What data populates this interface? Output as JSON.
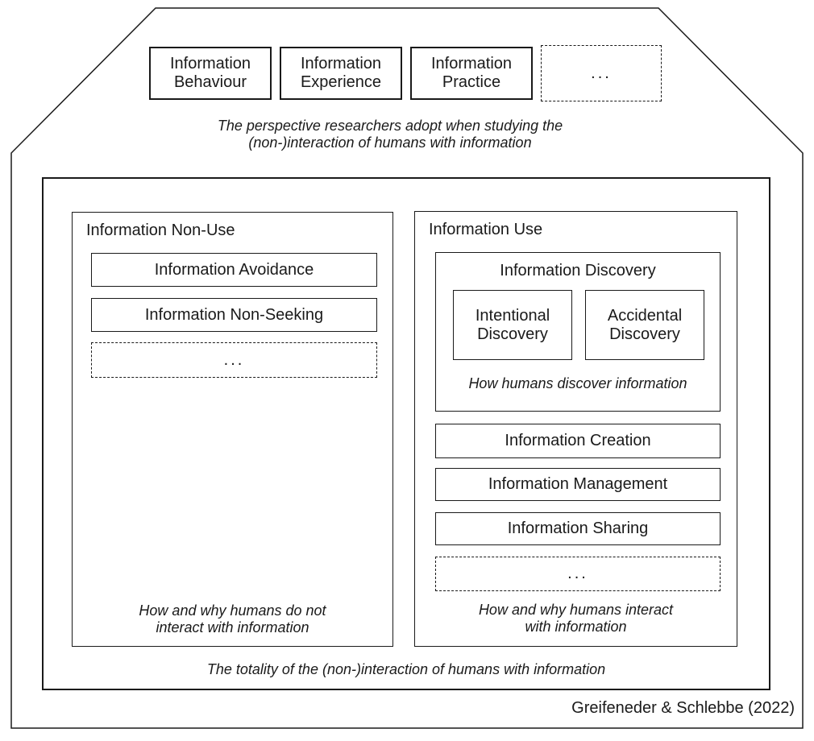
{
  "colors": {
    "line": "#1a1a1a",
    "background": "#ffffff"
  },
  "perspectives": {
    "boxes": [
      {
        "label": "Information Behaviour"
      },
      {
        "label": "Information Experience"
      },
      {
        "label": "Information Practice"
      },
      {
        "label": "..."
      }
    ],
    "caption": {
      "line1": "The perspective researchers adopt when studying the",
      "line2": "(non-)interaction of humans with information"
    }
  },
  "totality": {
    "non_use": {
      "title": "Information Non-Use",
      "items": [
        {
          "label": "Information Avoidance"
        },
        {
          "label": "Information Non-Seeking"
        },
        {
          "label": "..."
        }
      ],
      "caption": {
        "line1": "How and why humans do not",
        "line2": "interact with information"
      }
    },
    "use": {
      "title": "Information Use",
      "discovery": {
        "title": "Information Discovery",
        "sub_boxes": [
          {
            "label": "Intentional Discovery"
          },
          {
            "label": "Accidental Discovery"
          }
        ],
        "caption": "How humans discover information"
      },
      "items": [
        {
          "label": "Information Creation"
        },
        {
          "label": "Information Management"
        },
        {
          "label": "Information Sharing"
        },
        {
          "label": "..."
        }
      ],
      "caption": {
        "line1": "How and why humans interact",
        "line2": "with information"
      }
    },
    "caption": "The totality of the (non-)interaction of humans with information"
  },
  "attribution": "Greifeneder & Schlebbe (2022)"
}
